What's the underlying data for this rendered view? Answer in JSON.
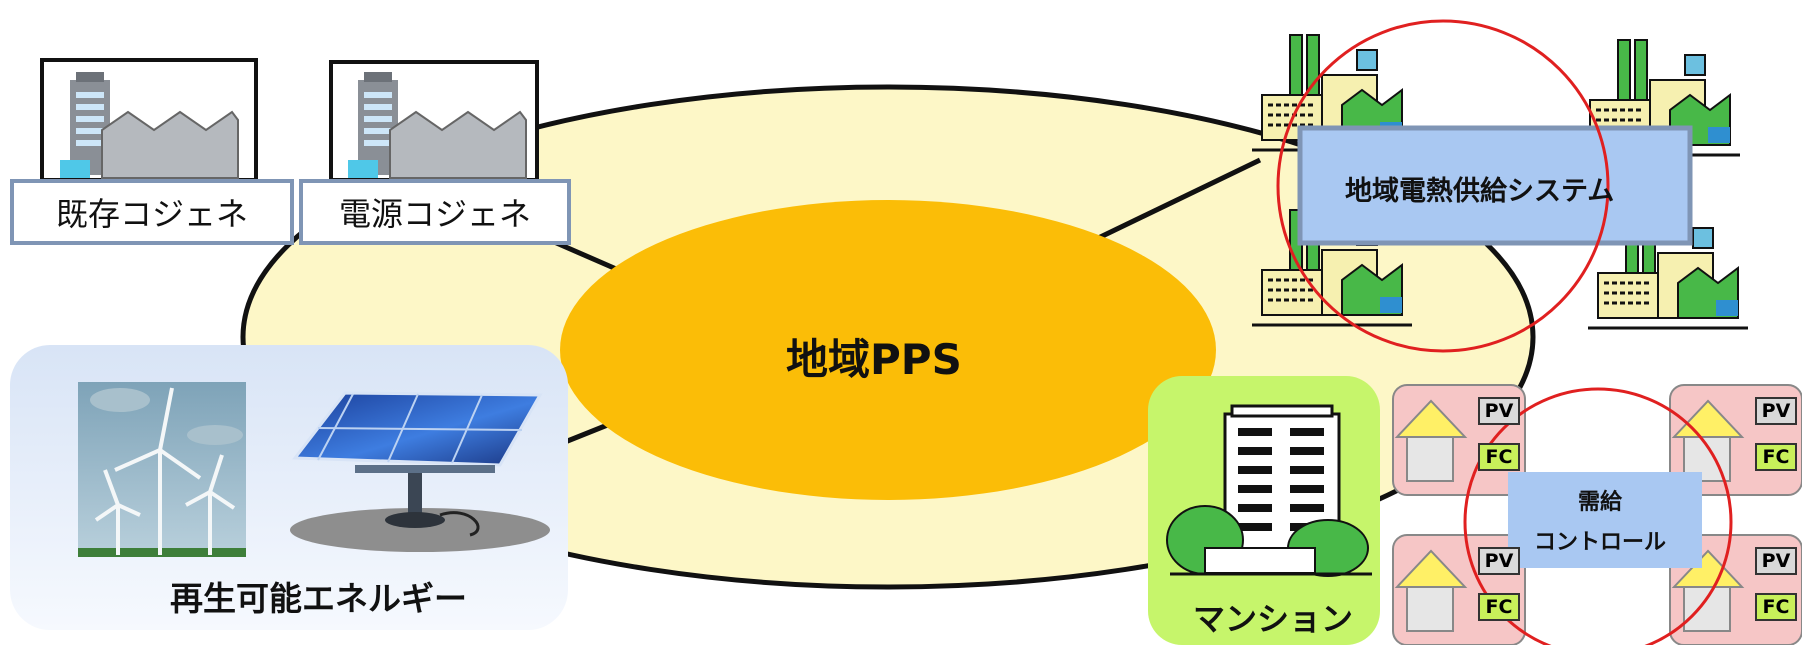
{
  "center": {
    "label": "地域PPS"
  },
  "cogen": [
    {
      "label": "既存コジェネ"
    },
    {
      "label": "電源コジェネ"
    }
  ],
  "renewable": {
    "label": "再生可能エネルギー"
  },
  "district_heat": {
    "label": "地域電熱供給システム"
  },
  "mansion": {
    "label": "マンション"
  },
  "homes": {
    "control_label_1": "需給",
    "control_label_2": "コントロール",
    "tag_pv": "PV",
    "tag_fc": "FC"
  },
  "colors": {
    "outer_ellipse": "#fdf7c7",
    "inner_ellipse": "#fbbd07",
    "heat_box": "#a9c8f2",
    "mansion_bg": "#c6f56b",
    "renewable_bg": "#e6eef9",
    "house_bg": "#f6c6c6",
    "house_roof": "#fff066",
    "red_ring": "#e02020",
    "factory_green": "#48b848",
    "factory_cream": "#f6f0b0"
  }
}
